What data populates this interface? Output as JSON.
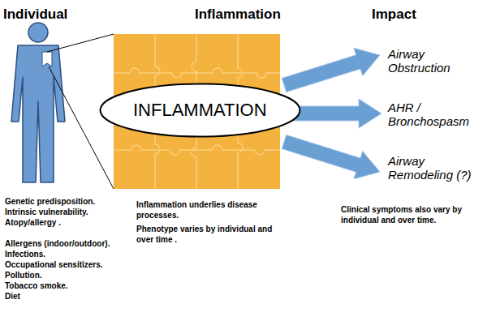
{
  "diagram": {
    "nodes": [
      {
        "text": [
          "INFLAMMATION"
        ]
      }
    ],
    "labels": [
      "Individual",
      "Inflammation",
      "Impact",
      "Airway Obstruction",
      "AHR / Bronchospasm",
      "Airway Remodeling (?)",
      "Genetic predisposition.",
      "Intrinsic vulnerability.",
      "Atopy/allergy .",
      "Allergens (indoor/outdoor).",
      "Infections.",
      "Occupational sensitizers.",
      "Pollution.",
      "Tobacco smoke.",
      "Diet",
      "Inflammation underlies disease processes.",
      "Phenotype varies by individual and over time .",
      "Clinical symptoms also vary by individual and over time."
    ]
  }
}
